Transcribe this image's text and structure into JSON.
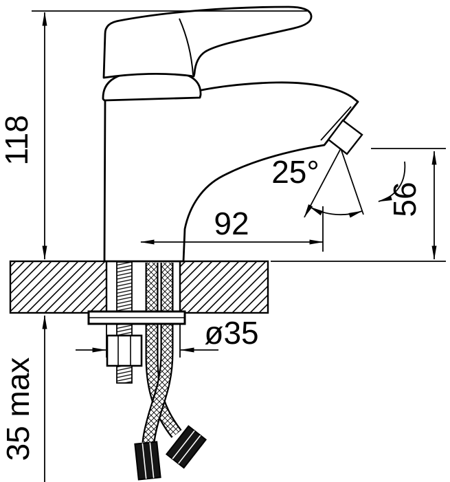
{
  "page": {
    "background": "#ffffff",
    "line_color": "#000000"
  },
  "drawing": {
    "labels": {
      "total_height": "118",
      "spout_angle": "25°",
      "spout_reach": "92",
      "outlet_height": "56",
      "hole_diameter": "ø35",
      "max_mounting_thickness": "35 max"
    }
  }
}
